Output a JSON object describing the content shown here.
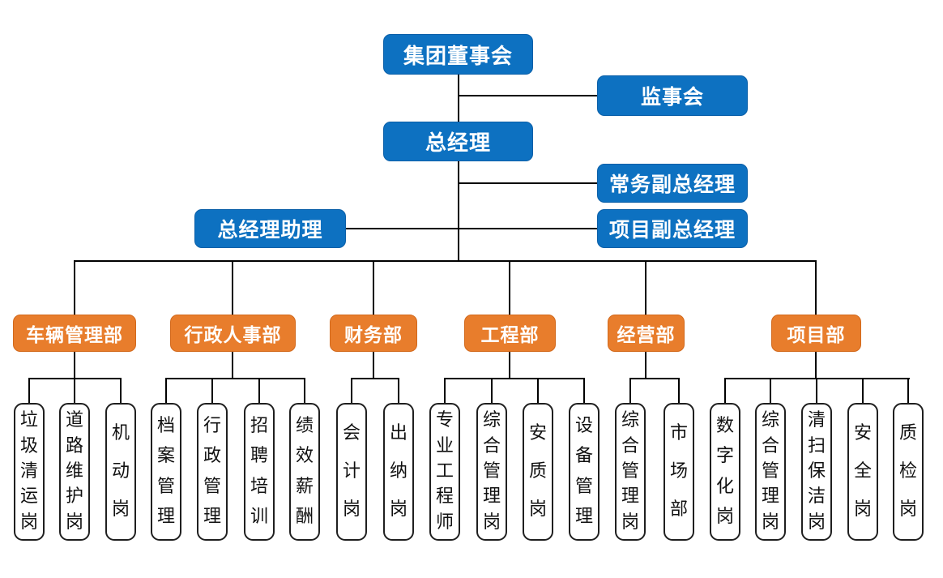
{
  "diagram_type": "org-chart",
  "colors": {
    "executive_node": "#0d71c1",
    "department_node": "#e87d2c",
    "position_node_bg": "#ffffff",
    "position_node_border": "#1f1f1f",
    "connector": "#000000",
    "text_on_color": "#ffffff",
    "position_text": "#111111"
  },
  "executive": {
    "board": "集团董事会",
    "supervisory": "监事会",
    "gm": "总经理",
    "exec_deputy_gm": "常务副总经理",
    "gm_assistant": "总经理助理",
    "project_deputy_gm": "项目副总经理"
  },
  "departments": [
    {
      "label": "车辆管理部",
      "positions": [
        "垃圾清运岗",
        "道路维护岗",
        "机动岗"
      ]
    },
    {
      "label": "行政人事部",
      "positions": [
        "档案管理",
        "行政管理",
        "招聘培训",
        "绩效薪酬"
      ]
    },
    {
      "label": "财务部",
      "positions": [
        "会计岗",
        "出纳岗"
      ]
    },
    {
      "label": "工程部",
      "positions": [
        "专业工程师",
        "综合管理岗",
        "安质岗",
        "设备管理"
      ]
    },
    {
      "label": "经营部",
      "positions": [
        "综合管理岗",
        "市场部"
      ]
    },
    {
      "label": "项目部",
      "positions": [
        "数字化岗",
        "综合管理岗",
        "清扫保洁岗",
        "安全岗",
        "质检岗"
      ]
    }
  ]
}
